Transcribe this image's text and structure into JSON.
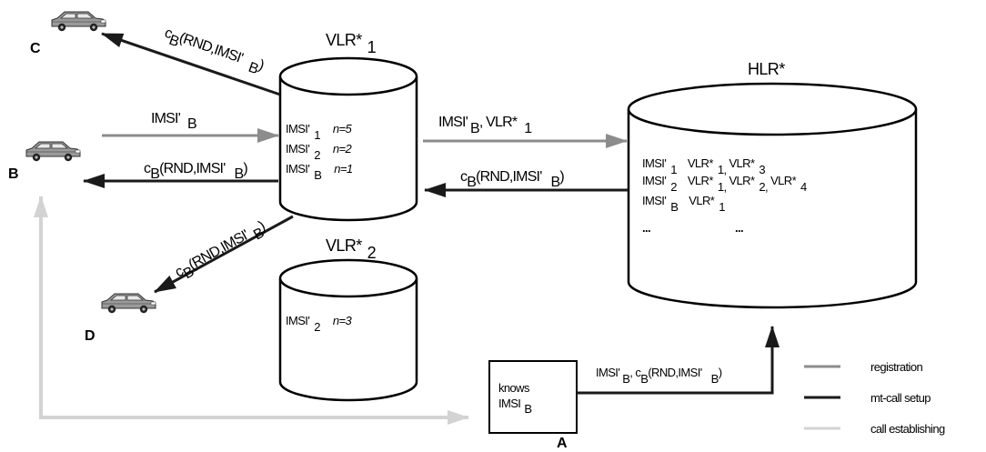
{
  "colors": {
    "registration": "#8c8c8c",
    "mt_call_setup": "#1a1a1a",
    "call_establishing": "#d3d3d3"
  },
  "icons": {
    "car_c": "car-icon",
    "car_b": "car-icon",
    "car_d": "car-icon"
  },
  "nodes": {
    "c": "C",
    "b": "B",
    "d": "D",
    "a": "A"
  },
  "vlr1": {
    "title": "VLR*",
    "title_sub": "1",
    "rows": [
      {
        "name": "IMSI'",
        "sub": "1",
        "n": "n=5"
      },
      {
        "name": "IMSI'",
        "sub": "2",
        "n": "n=2"
      },
      {
        "name": "IMSI'",
        "sub": "B",
        "n": "n=1"
      }
    ]
  },
  "vlr2": {
    "title": "VLR*",
    "title_sub": "2",
    "rows": [
      {
        "name": "IMSI'",
        "sub": "2",
        "n": "n=3"
      }
    ]
  },
  "hlr": {
    "title": "HLR*",
    "rows": [
      {
        "imsi": "IMSI'",
        "imsi_sub": "1",
        "vlr_a": "VLR*",
        "vlr_a_sub": "1,",
        "vlr_b": "VLR*",
        "vlr_b_sub": "3"
      },
      {
        "imsi": "IMSI'",
        "imsi_sub": "2",
        "vlr_a": "VLR*",
        "vlr_a_sub": "1,",
        "vlr_b": "VLR*",
        "vlr_b_sub": "2,",
        "vlr_c": "VLR*",
        "vlr_c_sub": "4"
      },
      {
        "imsi": "IMSI'",
        "imsi_sub": "B",
        "vlr_a": "VLR*",
        "vlr_a_sub": "1"
      }
    ],
    "ellipsis_left": "...",
    "ellipsis_right": "..."
  },
  "box_a": {
    "line1": "knows",
    "line2": "IMSI",
    "line2_sub": "B"
  },
  "arrows": {
    "to_c": {
      "main": "c",
      "sub": "B",
      "rest": "(RND,IMSI'",
      "tail_sub": "B",
      "close": ")"
    },
    "from_b": {
      "main": "IMSI'",
      "sub": "B"
    },
    "to_b": {
      "main": "c",
      "sub": "B",
      "rest": "(RND,IMSI'",
      "tail_sub": "B",
      "close": ")"
    },
    "to_d": {
      "main": "c",
      "sub": "B",
      "rest": "(RND,IMSI'",
      "tail_sub": "B",
      "close": ")"
    },
    "vlr_to_hlr": {
      "main": "IMSI'",
      "sub": "B",
      "mid": ", VLR*",
      "tail_sub": "1"
    },
    "hlr_to_vlr": {
      "main": "c",
      "sub": "B",
      "rest": "(RND,IMSI'",
      "tail_sub": "B",
      "close": ")"
    },
    "a_to_hlr": {
      "main": "IMSI'",
      "sub": "B",
      "mid": ", c",
      "mid_sub": "B",
      "rest": "(RND,IMSI'",
      "tail_sub": "B",
      "close": ")"
    }
  },
  "legend": {
    "registration": "registration",
    "mt_call_setup": "mt-call setup",
    "call_establishing": "call establishing"
  }
}
